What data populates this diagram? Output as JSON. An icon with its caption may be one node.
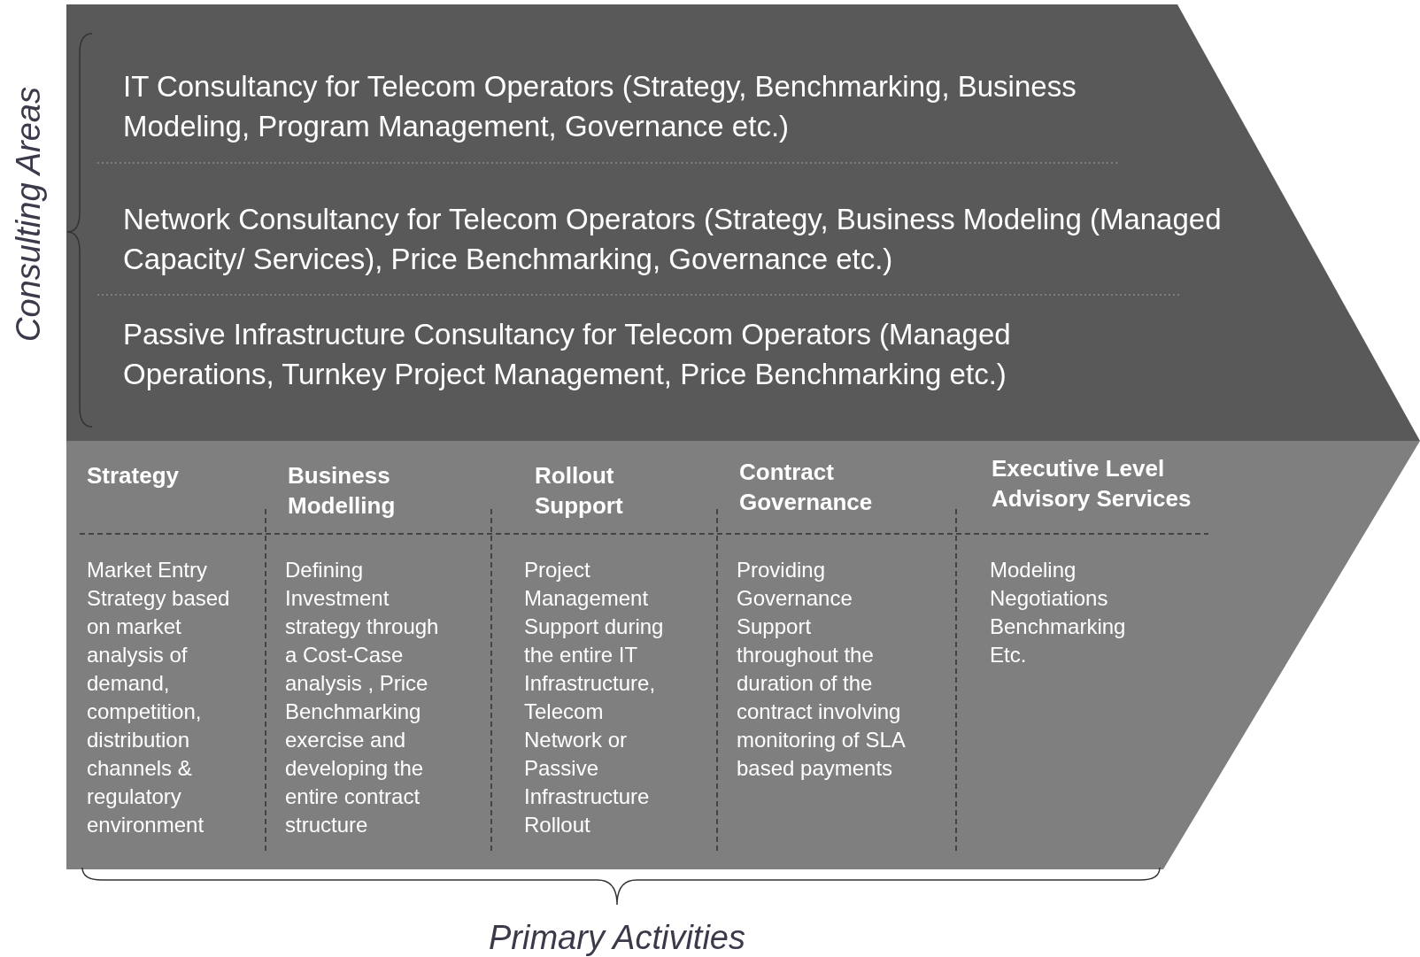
{
  "diagram": {
    "nodes": [
      {
        "text": [
          "IT Consultancy for Telecom Operators (Strategy, Benchmarking, Business Modeling, Program Management, Governance etc.)"
        ]
      },
      {
        "text": [
          "Network Consultancy for Telecom Operators (Strategy, Business Modeling (Managed Capacity/ Services), Price Benchmarking, Governance etc.)"
        ]
      },
      {
        "text": [
          "Passive Infrastructure Consultancy for Telecom Operators (Managed Operations, Turnkey Project Management, Price Benchmarking etc.)"
        ]
      },
      {
        "text": [
          "Strategy",
          "Market Entry Strategy based on market analysis of demand, competition, distribution channels & regulatory environment"
        ]
      },
      {
        "text": [
          "Business Modelling",
          "Defining Investment strategy through a Cost-Case analysis , Price Benchmarking exercise and developing the entire contract structure"
        ]
      },
      {
        "text": [
          "Rollout Support",
          "Project Management Support during the entire IT Infrastructure, Telecom Network or Passive Infrastructure Rollout"
        ]
      },
      {
        "text": [
          "Contract Governance",
          "Providing Governance Support throughout the duration of the contract involving monitoring of SLA based payments"
        ]
      },
      {
        "text": [
          "Executive Level Advisory Services",
          "Modeling Negotiations Benchmarking Etc."
        ]
      }
    ],
    "edges": [],
    "labels": [
      "Consulting Areas",
      "Primary Activities"
    ]
  }
}
